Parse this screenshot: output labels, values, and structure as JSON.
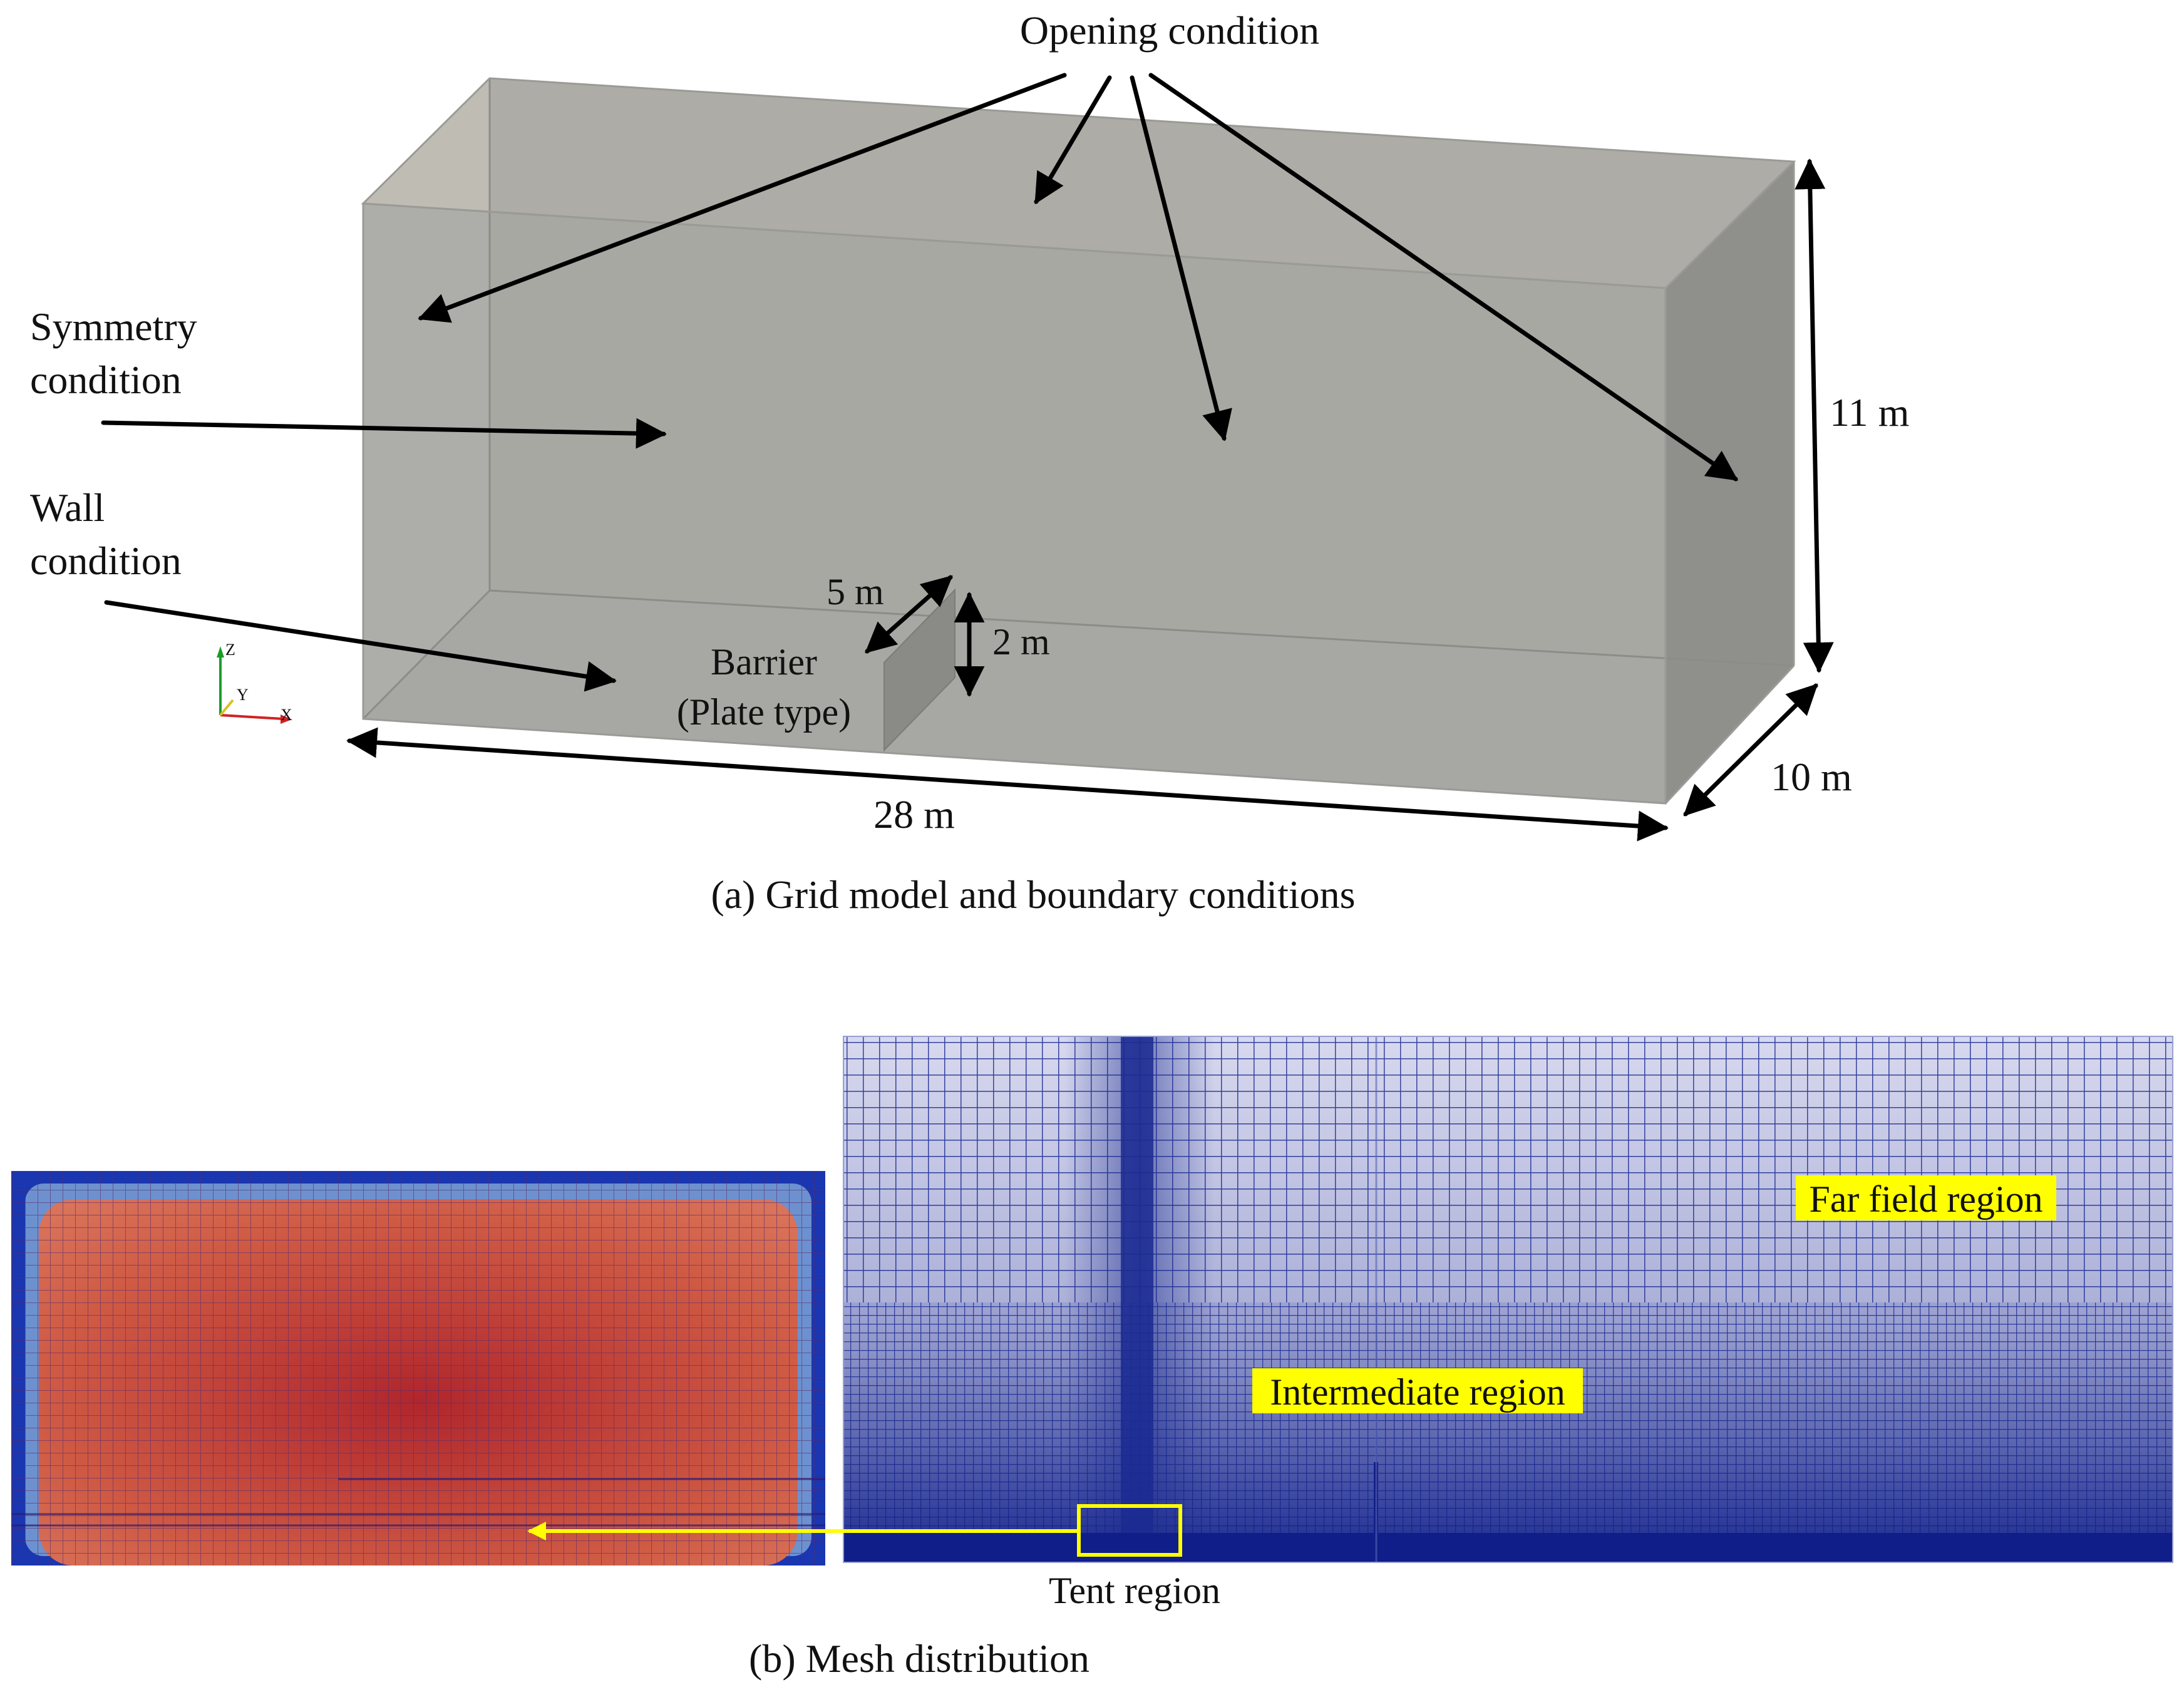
{
  "panel_a": {
    "opening_label": "Opening condition",
    "symmetry_label_line1": "Symmetry",
    "symmetry_label_line2": "condition",
    "wall_label_line1": "Wall",
    "wall_label_line2": "condition",
    "barrier_label_line1": "Barrier",
    "barrier_label_line2": "(Plate type)",
    "dim_barrier_depth": "5 m",
    "dim_barrier_height": "2 m",
    "dim_height": "11 m",
    "dim_width": "10 m",
    "dim_length": "28 m",
    "axis_z": "Z",
    "axis_y": "Y",
    "axis_x": "X",
    "caption": "(a) Grid model and boundary conditions"
  },
  "panel_b": {
    "far_field_label": "Far field region",
    "intermediate_label": "Intermediate region",
    "tent_label": "Tent region",
    "caption": "(b) Mesh distribution"
  },
  "colors": {
    "domain_box": "#a7a8a2",
    "mesh_blue": "#2b3a9a",
    "tent_red": "#c8503f",
    "highlight": "#ffff00"
  }
}
